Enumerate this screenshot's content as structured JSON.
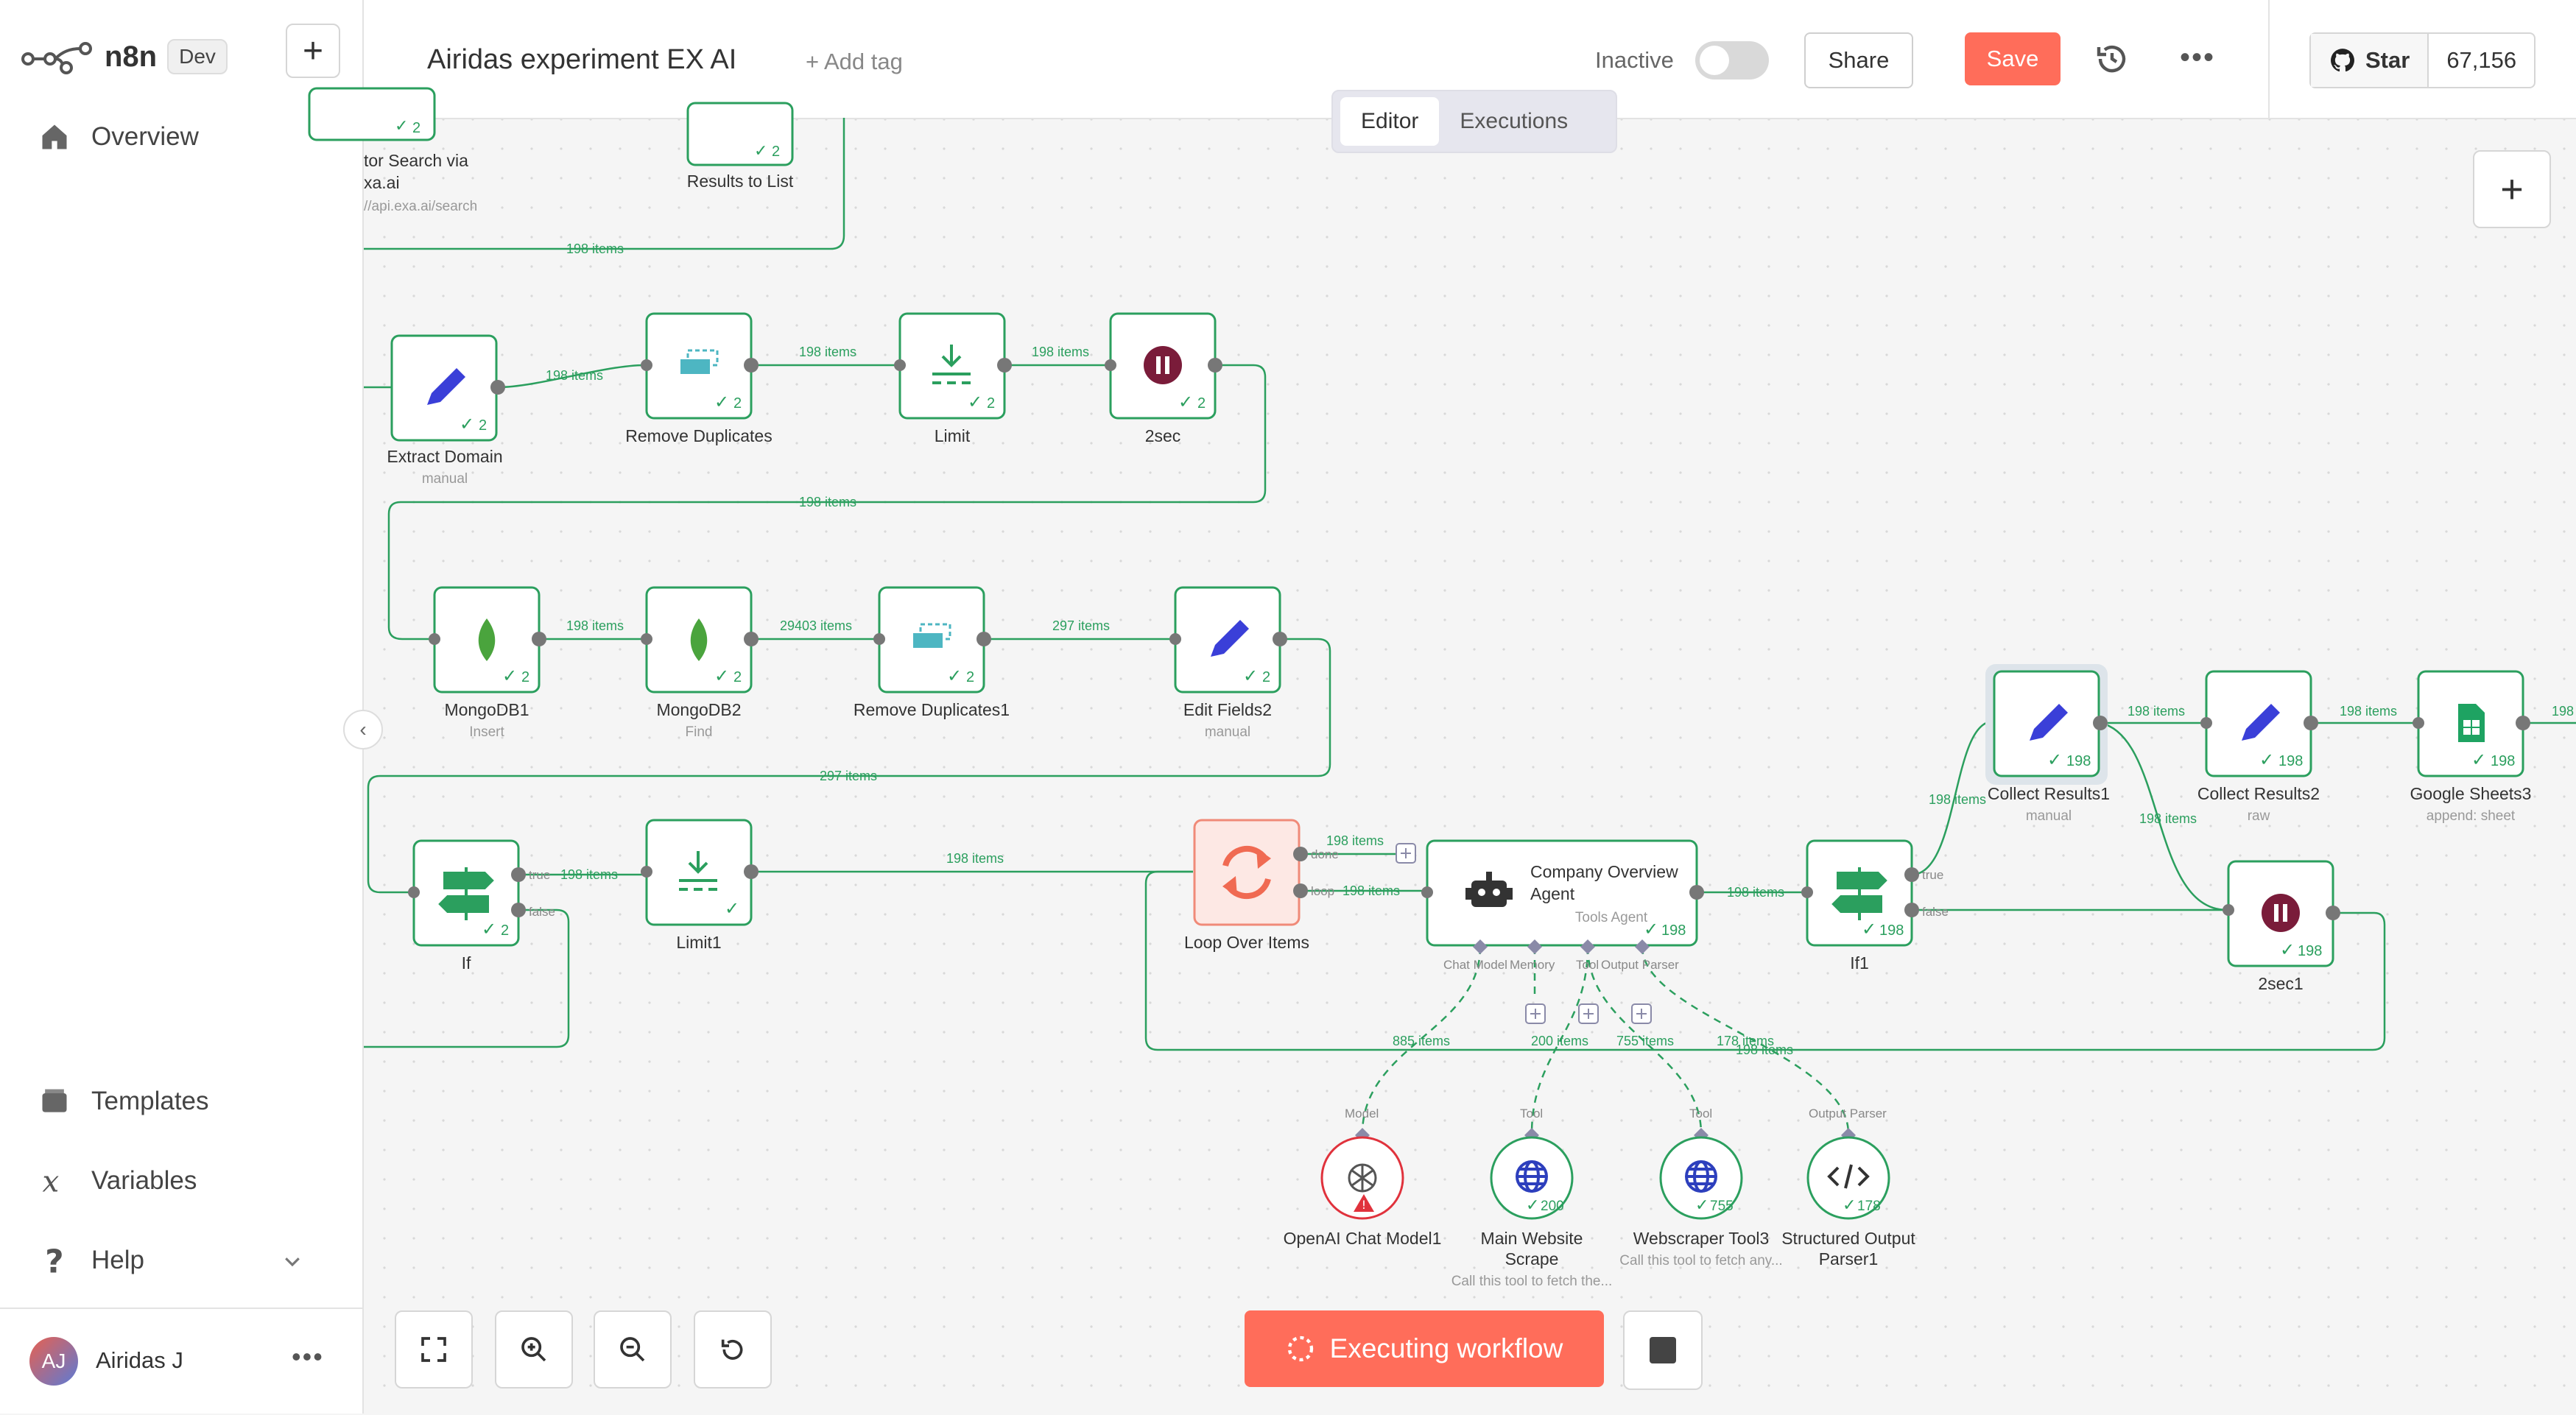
{
  "app": {
    "name": "n8n",
    "env_badge": "Dev"
  },
  "sidebar": {
    "top_items": [
      {
        "label": "Overview",
        "icon": "home-icon"
      }
    ],
    "bottom_items": [
      {
        "label": "Templates",
        "icon": "templates-icon"
      },
      {
        "label": "Variables",
        "icon": "variables-icon"
      },
      {
        "label": "Help",
        "icon": "help-icon"
      }
    ],
    "user": {
      "initials": "AJ",
      "name": "Airidas J"
    }
  },
  "header": {
    "workflow_title": "Airidas experiment EX AI",
    "add_tag": "+ Add tag",
    "status": "Inactive",
    "share": "Share",
    "save": "Save",
    "github_star": "Star",
    "github_count": "67,156"
  },
  "tabs": [
    {
      "label": "Editor",
      "active": true
    },
    {
      "label": "Executions",
      "active": false
    }
  ],
  "nodes": {
    "exa_search": {
      "label1": "tor Search via",
      "label2": "xa.ai",
      "sub": "//api.exa.ai/search",
      "badge": "2"
    },
    "results_list": {
      "label": "Results to List",
      "badge": "2"
    },
    "extract_domain": {
      "label": "Extract Domain",
      "sub": "manual",
      "badge": "2"
    },
    "remove_dup": {
      "label": "Remove Duplicates",
      "badge": "2"
    },
    "limit": {
      "label": "Limit",
      "badge": "2"
    },
    "two_sec": {
      "label": "2sec",
      "badge": "2"
    },
    "mongo1": {
      "label": "MongoDB1",
      "sub": "Insert",
      "badge": "2"
    },
    "mongo2": {
      "label": "MongoDB2",
      "sub": "Find",
      "badge": "2"
    },
    "remove_dup1": {
      "label": "Remove Duplicates1",
      "badge": "2"
    },
    "edit_fields2": {
      "label": "Edit Fields2",
      "sub": "manual",
      "badge": "2"
    },
    "if": {
      "label": "If",
      "badge": "2"
    },
    "limit1": {
      "label": "Limit1",
      "badge": ""
    },
    "loop": {
      "label": "Loop Over Items"
    },
    "agent": {
      "label1": "Company Overview",
      "label2": "Agent",
      "sub": "Tools Agent",
      "badge": "198"
    },
    "if1": {
      "label": "If1",
      "badge": "198"
    },
    "collect1": {
      "label": "Collect Results1",
      "sub": "manual",
      "badge": "198"
    },
    "collect2": {
      "label": "Collect Results2",
      "sub": "raw",
      "badge": "198"
    },
    "sheets3": {
      "label": "Google Sheets3",
      "sub": "append: sheet",
      "badge": "198"
    },
    "two_sec1": {
      "label": "2sec1",
      "badge": "198"
    },
    "openai": {
      "label": "OpenAI Chat Model1",
      "port": "Model"
    },
    "main_scrape": {
      "label1": "Main Website",
      "label2": "Scrape",
      "sub": "Call this tool to fetch the...",
      "port": "Tool",
      "badge": "200"
    },
    "webscraper": {
      "label": "Webscraper Tool3",
      "sub": "Call this tool to fetch any...",
      "port": "Tool",
      "badge": "755"
    },
    "parser": {
      "label1": "Structured Output",
      "label2": "Parser1",
      "port": "Output Parser",
      "badge": "178"
    }
  },
  "edges": {
    "e_top": "198 items",
    "e_ed_rd": "198 items",
    "e_rd_l": "198 items",
    "e_l_2s": "198 items",
    "e_wrap1": "198 items",
    "e_m1_m2": "198 items",
    "e_m2_rd1": "29403 items",
    "e_rd1_ef": "297 items",
    "e_wrap2": "297 items",
    "e_if_l1": "198 items",
    "e_l1_loop": "198 items",
    "e_done": "198 items",
    "e_loop": "198 items",
    "e_ag_if1": "198 items",
    "e_if1_c1": "198 items",
    "e_c1_c2": "198 items",
    "e_c1_2s1": "198 items",
    "e_c2_gs": "198 items",
    "e_gs_out": "198",
    "e_back": "198 items",
    "e_model": "885 items",
    "e_tool1": "200 items",
    "e_tool2": "755 items",
    "e_parser": "178 items"
  },
  "ports": {
    "true": "true",
    "false": "false",
    "done": "done",
    "loop": "loop",
    "chat_model": "Chat Model",
    "memory": "Memory",
    "tool": "Tool",
    "output_parser": "Output Parser"
  },
  "footer": {
    "executing": "Executing workflow"
  },
  "colors": {
    "accent": "#ff6d5a",
    "success": "#2b9f5e",
    "node_border": "#2b9f5e",
    "edit_icon": "#3a3fd8"
  }
}
